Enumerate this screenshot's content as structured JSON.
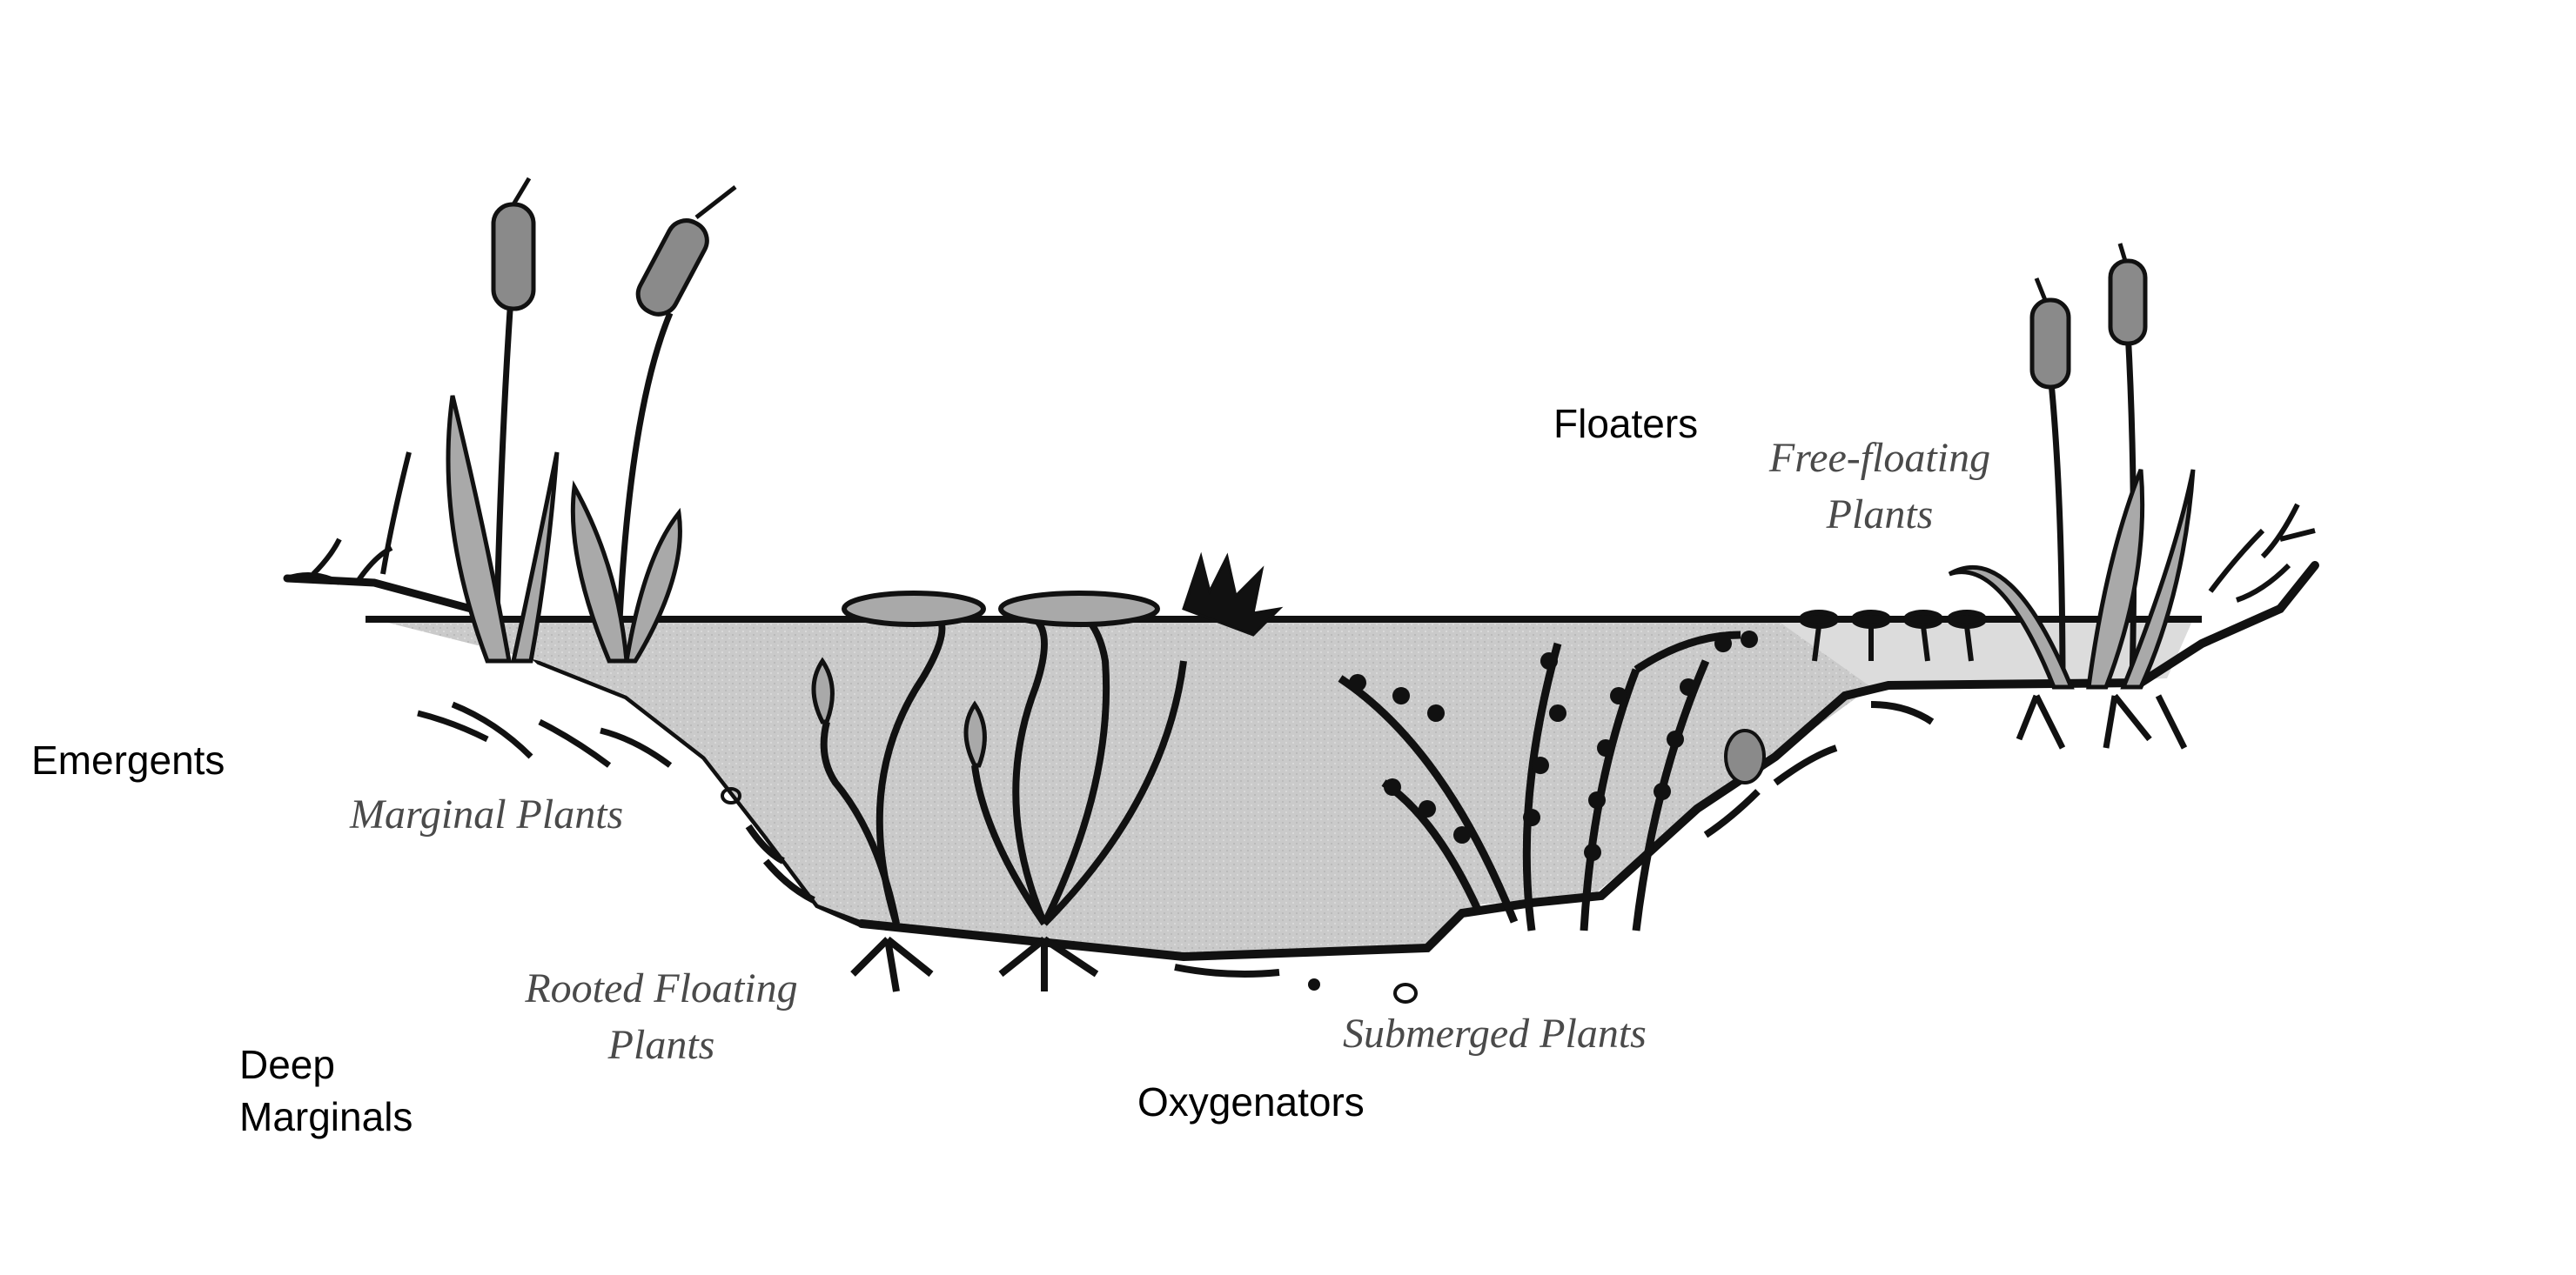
{
  "labels": {
    "emergents": "Emergents",
    "deep_marginals_line1": "Deep",
    "deep_marginals_line2": "Marginals",
    "oxygenators": "Oxygenators",
    "floaters": "Floaters"
  },
  "diagram_captions": {
    "marginal_plants": "Marginal Plants",
    "rooted_floating_line1": "Rooted Floating",
    "rooted_floating_line2": "Plants",
    "submerged_plants": "Submerged Plants",
    "free_floating_line1": "Free-floating",
    "free_floating_line2": "Plants"
  },
  "colors": {
    "water": "#c9c9c9",
    "ink": "#111111",
    "cattail_head": "#8a8a8a",
    "leaf": "#a9a9a9",
    "caption_text": "#4a4a4a"
  }
}
